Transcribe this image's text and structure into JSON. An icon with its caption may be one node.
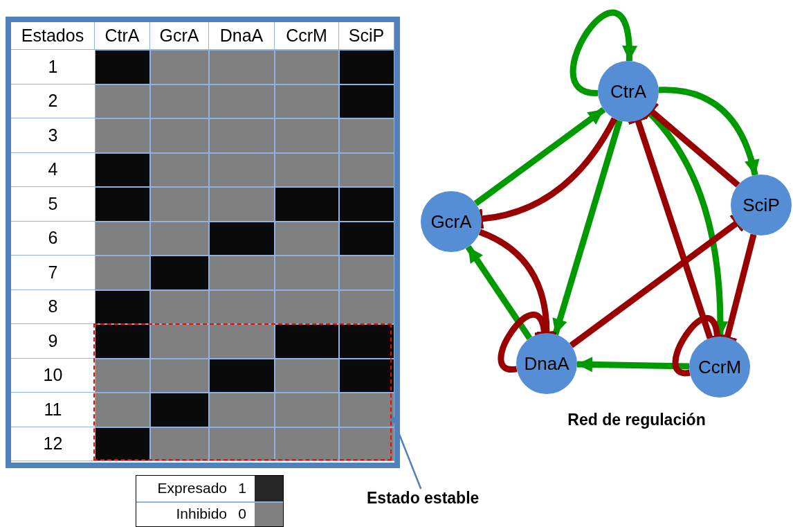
{
  "diagram": {
    "nodes": [
      {
        "text": [
          "CtrA"
        ]
      },
      {
        "text": [
          "GcrA"
        ]
      },
      {
        "text": [
          "SciP"
        ]
      },
      {
        "text": [
          "DnaA"
        ]
      },
      {
        "text": [
          "CcrM"
        ]
      },
      {
        "text": [],
        "shape": "box"
      },
      {
        "text": [
          "Estado estable"
        ]
      }
    ],
    "edges": [
      {
        "from": 0,
        "to": 0,
        "arrow": "to",
        "color": "#009900"
      },
      {
        "from": 1,
        "to": 0,
        "arrow": "to",
        "color": "#009900"
      },
      {
        "from": 0,
        "to": 2,
        "arrow": "to",
        "color": "#009900"
      },
      {
        "from": 0,
        "to": 3,
        "arrow": "to",
        "color": "#009900"
      },
      {
        "from": 0,
        "to": 4,
        "arrow": "to",
        "color": "#009900"
      },
      {
        "from": 3,
        "to": 1,
        "arrow": "to",
        "color": "#009900"
      },
      {
        "from": 4,
        "to": 3,
        "arrow": "to",
        "color": "#009900"
      },
      {
        "from": 0,
        "to": 1,
        "arrow": "other",
        "color": "#990000"
      },
      {
        "from": 1,
        "to": 3,
        "arrow": "other",
        "color": "#990000"
      },
      {
        "from": 3,
        "to": 3,
        "arrow": "other",
        "color": "#990000"
      },
      {
        "from": 2,
        "to": 0,
        "arrow": "other",
        "color": "#990000"
      },
      {
        "from": 4,
        "to": 0,
        "arrow": "other",
        "color": "#990000"
      },
      {
        "from": 3,
        "to": 2,
        "arrow": "other",
        "color": "#990000"
      },
      {
        "from": 2,
        "to": 4,
        "arrow": "other",
        "color": "#990000"
      },
      {
        "from": 4,
        "to": 4,
        "arrow": "other",
        "color": "#990000"
      },
      {
        "from": 6,
        "to": 5,
        "arrow": "to",
        "color": "#4f81bd"
      }
    ],
    "labels": [
      "Estados",
      "CtrA",
      "GcrA",
      "DnaA",
      "CcrM",
      "SciP",
      "1",
      "2",
      "3",
      "4",
      "5",
      "6",
      "7",
      "8",
      "9",
      "10",
      "11",
      "12",
      "Red de regulación",
      "1",
      "0"
    ],
    "legend": [
      {
        "text": "Expresado",
        "color": "#262626"
      },
      {
        "text": "Inhibido",
        "color": "#808080"
      }
    ]
  }
}
